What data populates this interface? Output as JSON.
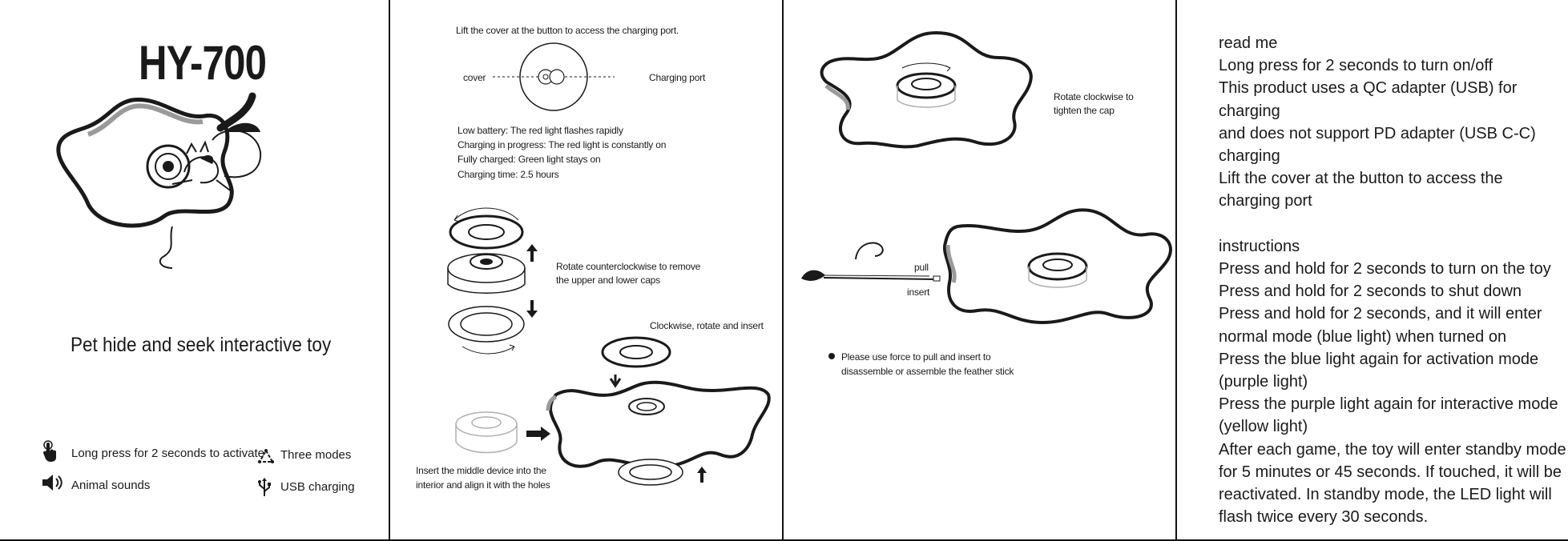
{
  "panel1": {
    "title": "HY-700",
    "subtitle": "Pet hide and seek interactive toy",
    "features": {
      "long_press": "Long press for 2 seconds to activate",
      "modes": "Three modes",
      "sounds": "Animal sounds",
      "usb": "USB charging"
    },
    "icons": [
      "hand-press-icon",
      "triangle-modes-icon",
      "speaker-icon",
      "usb-icon"
    ]
  },
  "panel2": {
    "cover_tip": "Lift the cover at the button to access the charging port.",
    "cover_label": "cover",
    "port_label": "Charging port",
    "status_lines": [
      "Low battery: The red light flashes rapidly",
      "Charging in progress: The red light is constantly on",
      "Fully charged: Green light stays on",
      "Charging time: 2.5 hours"
    ],
    "rotate_ccw_1": "Rotate counterclockwise to remove",
    "rotate_ccw_2": "the upper and lower caps",
    "clockwise_insert": "Clockwise, rotate and insert",
    "insert_1": "Insert the middle device into the",
    "insert_2": "interior and align it with the holes"
  },
  "panel3": {
    "rotate_cw_1": "Rotate clockwise to",
    "rotate_cw_2": "tighten the cap",
    "pull": "pull",
    "insert": "insert",
    "force_1": "Please use force to pull and insert to",
    "force_2": "disassemble or assemble the feather stick"
  },
  "panel4": {
    "readme": "read me\nLong press for 2 seconds to turn on/off\nThis product uses a QC adapter (USB) for charging\nand does not support PD adapter (USB C-C)\ncharging\nLift the cover at the button to access the\ncharging port\n\ninstructions\nPress and hold for 2 seconds to turn on the toy\nPress and hold for 2 seconds to shut down\nPress and hold for 2 seconds, and it will enter\nnormal mode (blue light) when turned on\nPress the blue light again for activation mode\n(purple light)\nPress the purple light again for interactive mode\n(yellow light)\nAfter each game, the toy will enter standby mode\nfor 5 minutes or 45 seconds. If touched, it will be\nreactivated. In standby mode, the LED light will\nflash twice every 30 seconds."
  },
  "colors": {
    "ink": "#1a1a1a",
    "gray": "#9a9a9a",
    "light": "#d0d0d0"
  }
}
